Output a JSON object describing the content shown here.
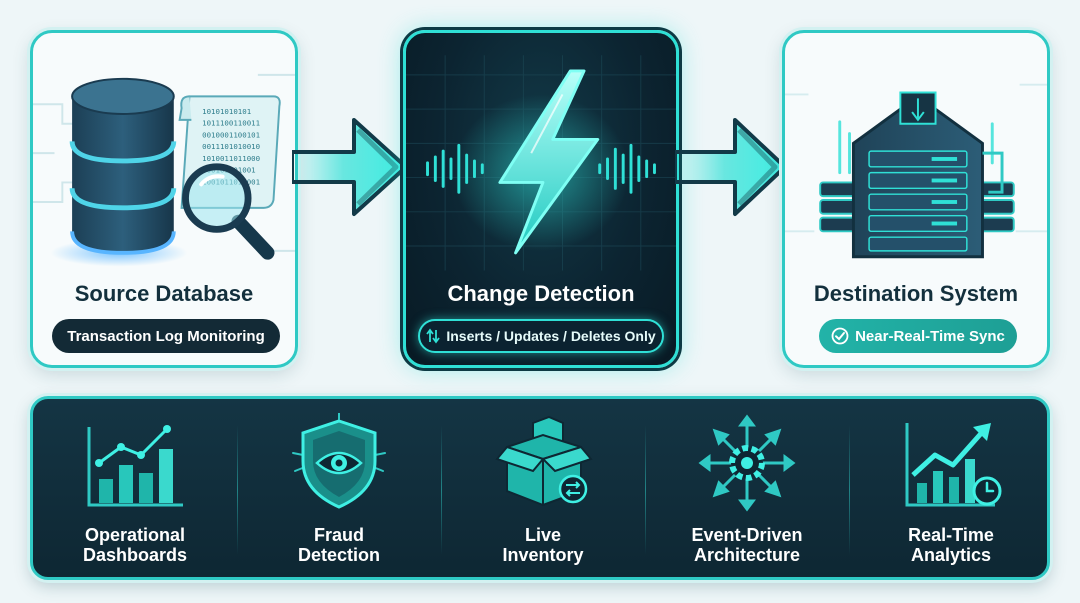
{
  "stages": {
    "source": {
      "title": "Source Database",
      "tag": "Transaction Log Monitoring"
    },
    "change": {
      "title": "Change Detection",
      "tag": "Inserts / Updates / Deletes Only"
    },
    "destination": {
      "title": "Destination System",
      "tag": "Near-Real-Time Sync"
    }
  },
  "binary_log_lines": [
    "10101010101",
    "1011100110011",
    "0010001100101",
    "0011101010010",
    "1010011011000",
    "100101101001",
    "1001011010001"
  ],
  "use_cases": [
    {
      "line1": "Operational",
      "line2": "Dashboards",
      "icon": "bar-chart-icon"
    },
    {
      "line1": "Fraud",
      "line2": "Detection",
      "icon": "shield-eye-icon"
    },
    {
      "line1": "Live",
      "line2": "Inventory",
      "icon": "boxes-icon"
    },
    {
      "line1": "Event-Driven",
      "line2": "Architecture",
      "icon": "gear-arrows-icon"
    },
    {
      "line1": "Real-Time",
      "line2": "Analytics",
      "icon": "growth-chart-icon"
    }
  ],
  "colors": {
    "accent": "#2fe0d6",
    "teal": "#22b3a8",
    "navy": "#132a36",
    "panel": "#0e2733",
    "light_card": "#f7fbfc"
  }
}
